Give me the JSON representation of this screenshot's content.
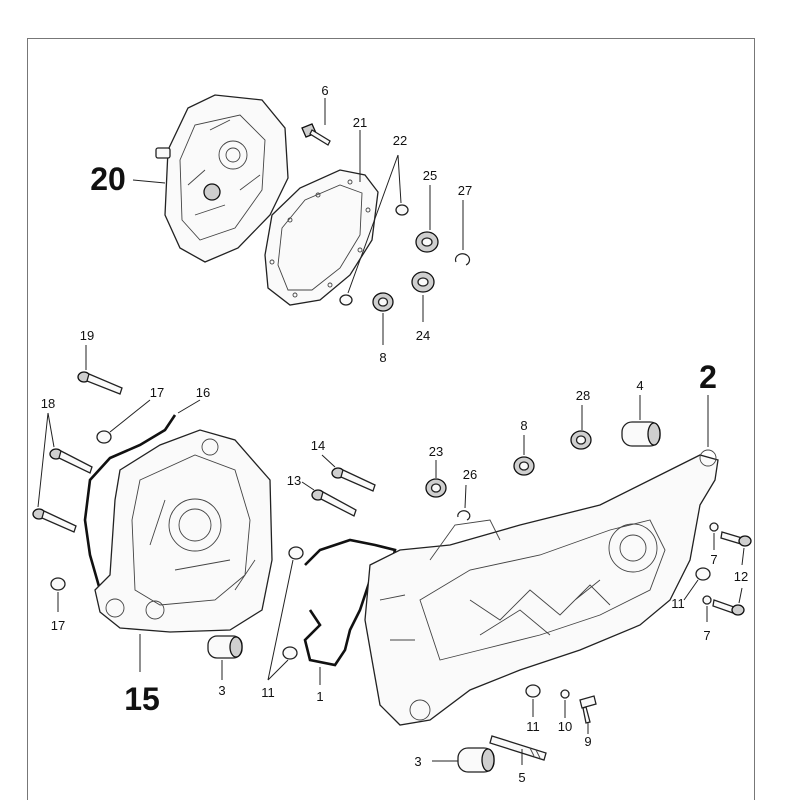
{
  "diagram": {
    "callouts": {
      "c20": "20",
      "c6": "6",
      "c21": "21",
      "c22": "22",
      "c25": "25",
      "c27": "27",
      "c8a": "8",
      "c24": "24",
      "c19": "19",
      "c17a": "17",
      "c16": "16",
      "c18": "18",
      "c17b": "17",
      "c15": "15",
      "c3a": "3",
      "c14": "14",
      "c13": "13",
      "c11a": "11",
      "c1": "1",
      "c23": "23",
      "c26": "26",
      "c8b": "8",
      "c28": "28",
      "c4": "4",
      "c2": "2",
      "c7a": "7",
      "c12": "12",
      "c11b": "11",
      "c7b": "7",
      "c11c": "11",
      "c10": "10",
      "c9": "9",
      "c3b": "3",
      "c5": "5"
    },
    "colors": {
      "line": "#222222",
      "frame": "#777777",
      "paper": "#ffffff"
    }
  }
}
